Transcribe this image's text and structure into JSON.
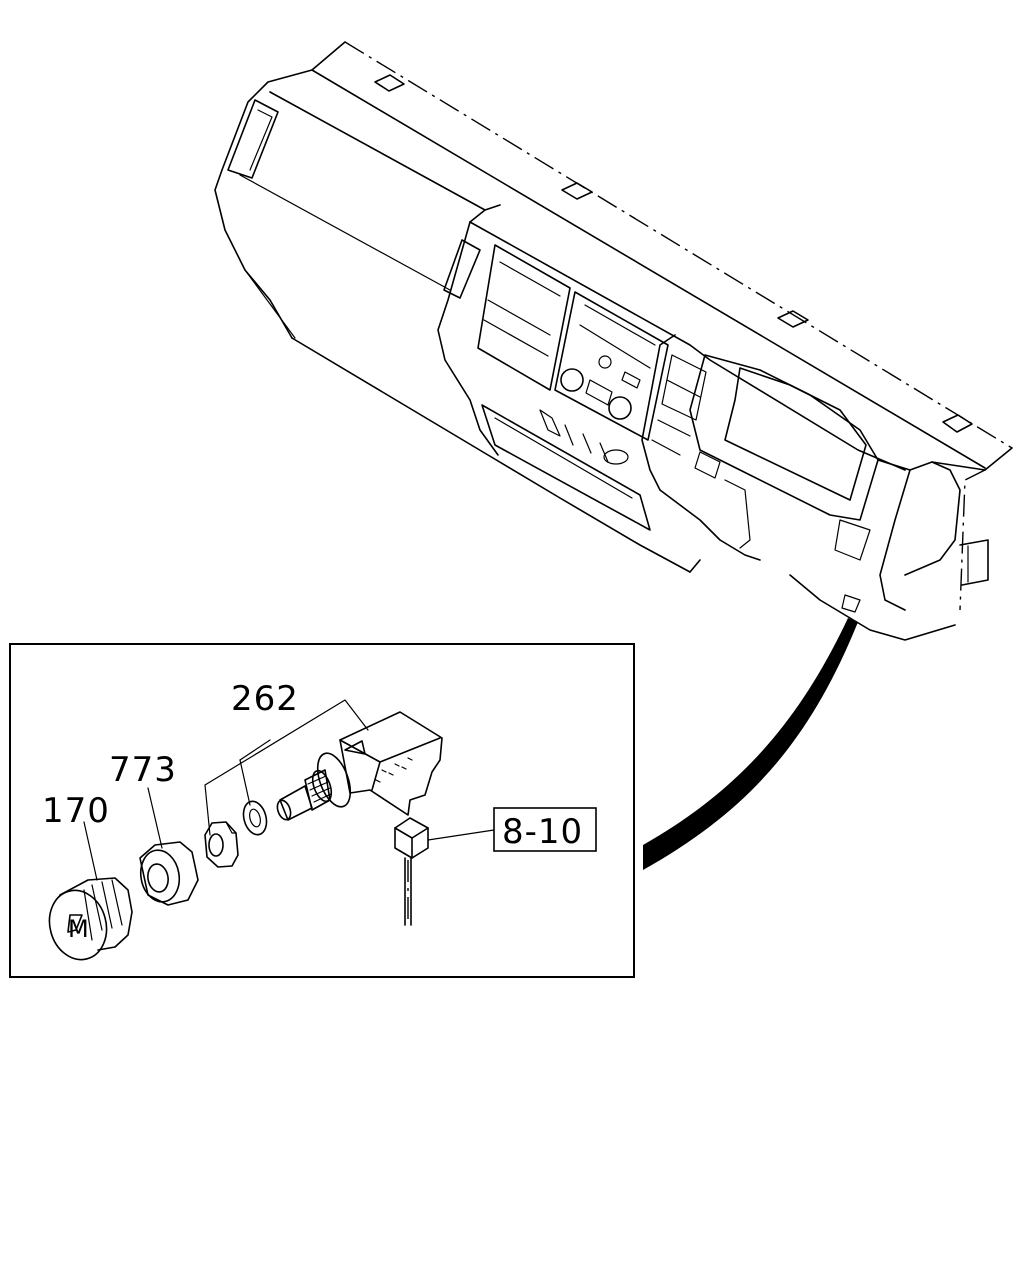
{
  "callouts": {
    "switch": "262",
    "nut": "773",
    "knob": "170",
    "connector_ref": "8-10"
  },
  "colors": {
    "line": "#000000",
    "background": "#ffffff"
  }
}
